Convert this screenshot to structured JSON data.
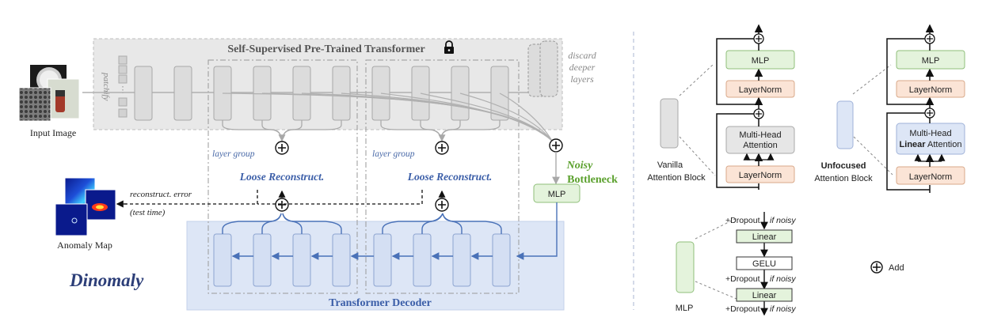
{
  "main": {
    "encoder_title": "Self-Supervised Pre-Trained Transformer",
    "patchify": "patchify",
    "discard_line1": "discard",
    "discard_line2": "deeper",
    "discard_line3": "layers",
    "input_label": "Input Image",
    "layer_group_label": "layer group",
    "loose_reconstruct": "Loose Reconstruct.",
    "noisy_line1": "Noisy",
    "noisy_line2": "Bottleneck",
    "mlp_label": "MLP",
    "recon_error_line1": "reconstruct. error",
    "recon_error_line2": "(test time)",
    "anomaly_map_label": "Anomaly Map",
    "decoder_title": "Transformer Decoder",
    "logo": "Dinomaly"
  },
  "blocks": {
    "mlp": "MLP",
    "layernorm": "LayerNorm",
    "mha_line1": "Multi-Head",
    "mha_line2": "Attention",
    "mha_linear_bold": "Linear",
    "vanilla_line1": "Vanilla",
    "vanilla_line2": "Attention Block",
    "unfocused_bold": "Unfocused",
    "unfocused_line2": "Attention Block"
  },
  "mlp_detail": {
    "dropout": "+Dropout",
    "if_noisy": "if noisy",
    "linear": "Linear",
    "gelu": "GELU",
    "mlp_caption": "MLP",
    "add_label": "Add"
  },
  "colors": {
    "encoder_gray": "#e6e6e6",
    "decoder_blue": "#dbe5f5",
    "mlp_green": "#e4f3dc",
    "layernorm_peach": "#fbe4d6",
    "title_blue": "#3b5ea8",
    "noisy_green": "#5aa02c"
  }
}
